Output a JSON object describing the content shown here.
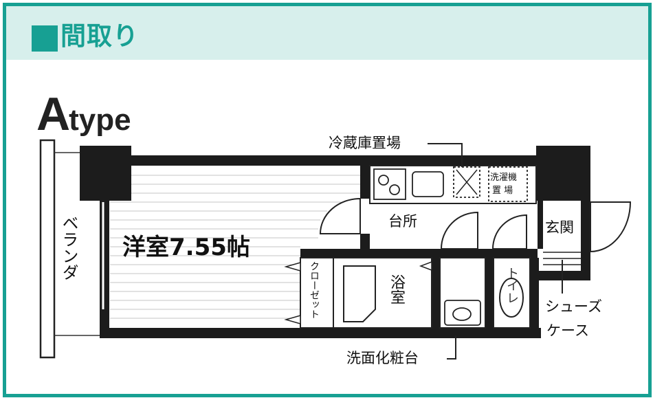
{
  "header": {
    "title": "間取り",
    "accent_color": "#17a093",
    "band_color": "#d7efec"
  },
  "plan": {
    "type_letter": "A",
    "type_suffix": "type",
    "labels": {
      "fridge": "冷蔵庫置場",
      "laundry_line1": "洗濯機",
      "laundry_line2": "置 場",
      "kitchen": "台所",
      "entrance": "玄関",
      "western_room": "洋室7.55帖",
      "veranda": "ベランダ",
      "closet": "クローゼット",
      "bath": "浴室",
      "toilet": "トイレ",
      "shoe_case_line1": "シューズ",
      "shoe_case_line2": "ケース",
      "vanity": "洗面化粧台"
    }
  }
}
